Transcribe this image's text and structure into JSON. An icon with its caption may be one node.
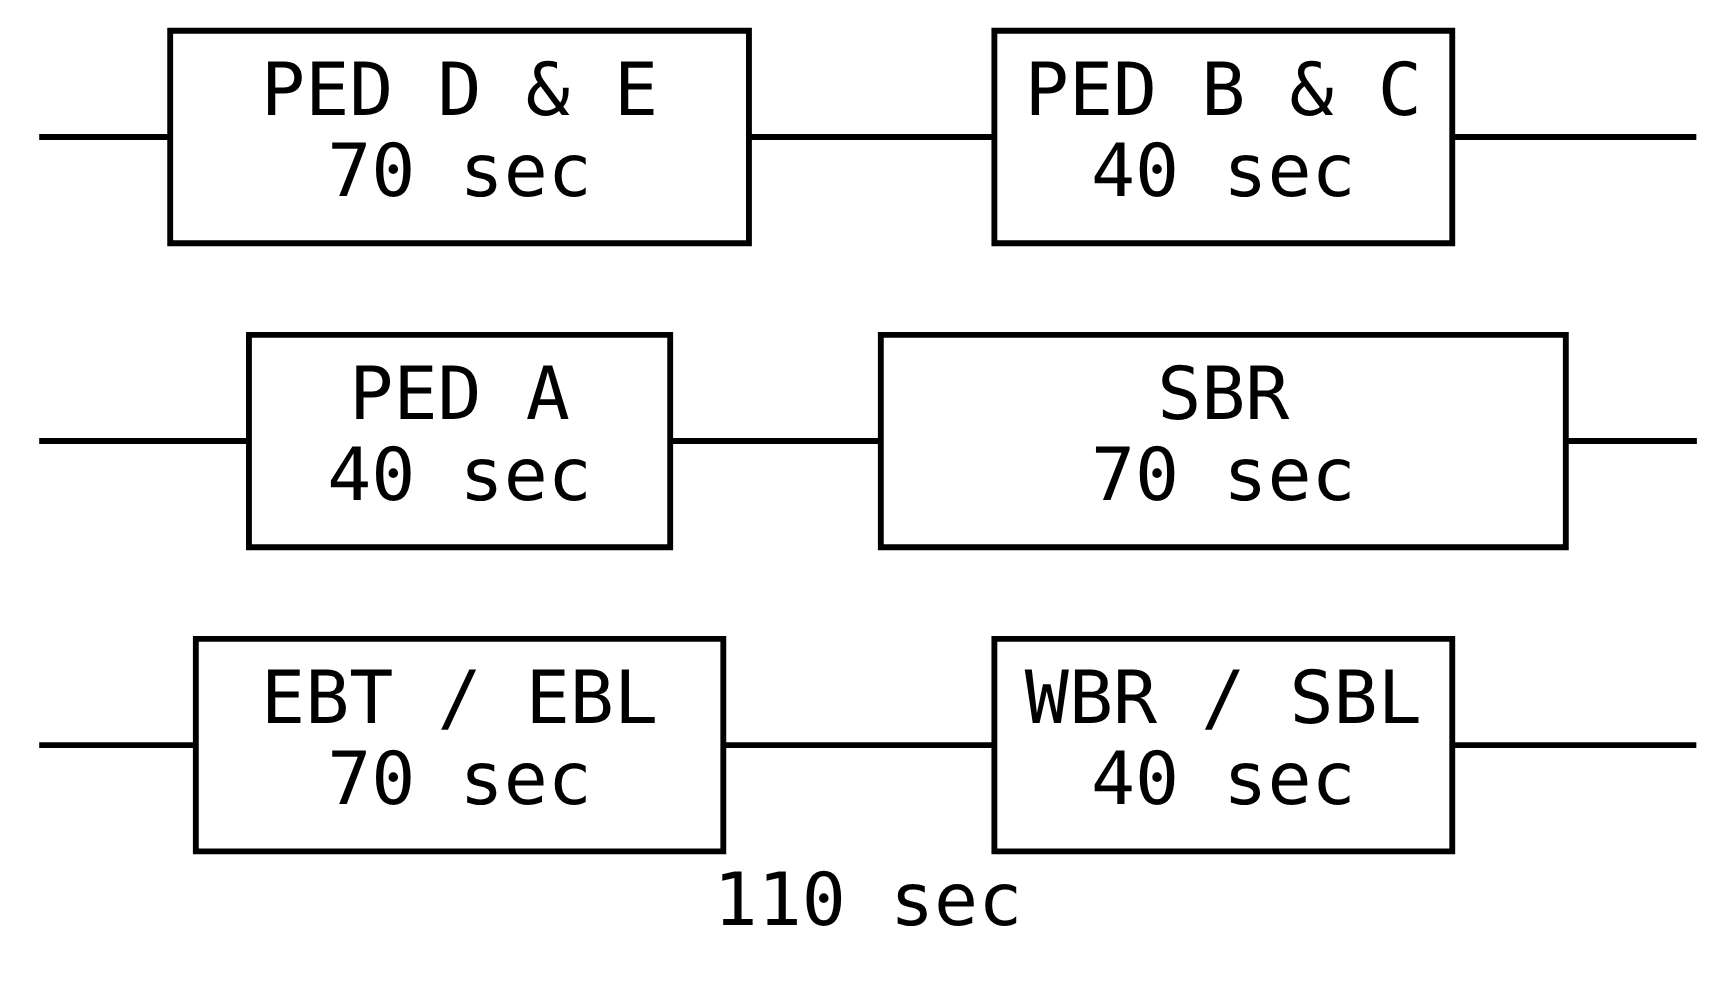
{
  "diagram": {
    "caption": "110 sec",
    "nodes": [
      {
        "text": [
          "EBT / EBL",
          "70 sec"
        ]
      },
      {
        "text": [
          "WBR / SBL",
          "40 sec"
        ]
      },
      {
        "text": [
          "PED A",
          "40 sec"
        ]
      },
      {
        "text": [
          "SBR",
          "70 sec"
        ]
      },
      {
        "text": [
          "PED D & E",
          "70 sec"
        ]
      },
      {
        "text": [
          "PED B & C",
          "40 sec"
        ]
      }
    ],
    "edges": [
      {
        "from": null,
        "to": 0,
        "arrow": "none"
      },
      {
        "from": null,
        "to": 2,
        "arrow": "none"
      },
      {
        "from": null,
        "to": 4,
        "arrow": "none"
      },
      {
        "from": 0,
        "to": 1,
        "arrow": "none"
      },
      {
        "from": 2,
        "to": 3,
        "arrow": "none"
      },
      {
        "from": 4,
        "to": 5,
        "arrow": "none"
      },
      {
        "from": 1,
        "to": null,
        "arrow": "none"
      },
      {
        "from": 3,
        "to": null,
        "arrow": "none"
      },
      {
        "from": 5,
        "to": null,
        "arrow": "none"
      }
    ]
  }
}
